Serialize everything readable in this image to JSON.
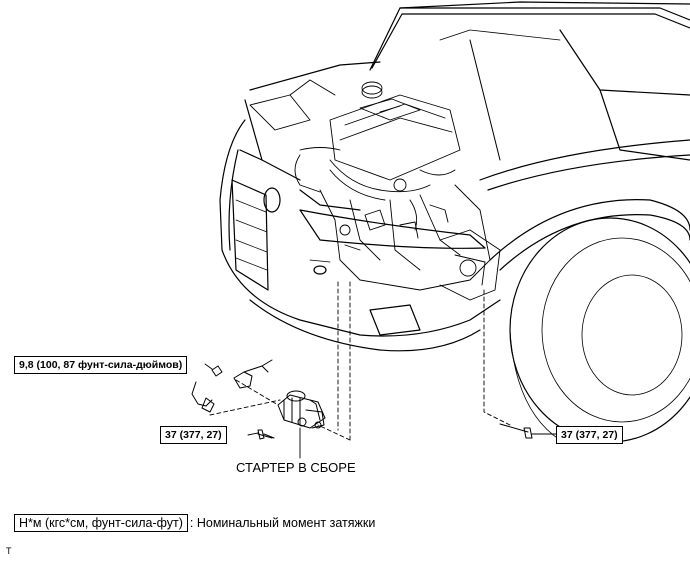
{
  "callouts": {
    "torque_small": "9,8 (100, 87 фунт-сила-дюймов)",
    "torque_left": "37 (377, 27)",
    "torque_right": "37 (377, 27)"
  },
  "part_label": "СТАРТЕР В СБОРЕ",
  "legend": {
    "unit": "Н*м (кгс*см, фунт-сила-фут)",
    "description": ": Номинальный момент затяжки"
  },
  "footer_mark": "T"
}
